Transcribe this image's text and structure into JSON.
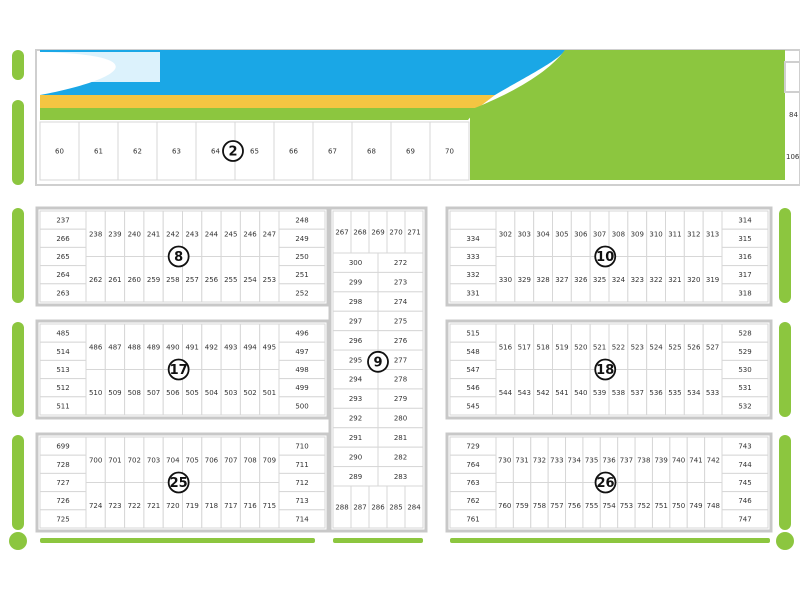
{
  "colors": {
    "water": "#1aa7e6",
    "sand": "#f4c542",
    "grass": "#8cc63f",
    "block_border": "#c8c8c8",
    "plot_line": "#d7d7d7",
    "label_ring": "#111111"
  },
  "blocks": [
    {
      "id": "2",
      "label": "2",
      "rows": [
        [
          "60",
          "61",
          "62",
          "63",
          "64",
          "65",
          "66",
          "67",
          "68",
          "69",
          "70"
        ]
      ]
    },
    {
      "id": "8",
      "label": "8",
      "left": [
        "237",
        "266",
        "265",
        "264",
        "263"
      ],
      "right": [
        "248",
        "249",
        "250",
        "251",
        "252"
      ],
      "top": [
        "238",
        "239",
        "240",
        "241",
        "242",
        "243",
        "244",
        "245",
        "246",
        "247"
      ],
      "bottom": [
        "262",
        "261",
        "260",
        "259",
        "258",
        "257",
        "256",
        "255",
        "254",
        "253"
      ]
    },
    {
      "id": "10",
      "label": "10",
      "left": [
        "334",
        "333",
        "332",
        "331"
      ],
      "right": [
        "314",
        "315",
        "316",
        "317",
        "318"
      ],
      "top": [
        "302",
        "303",
        "304",
        "305",
        "306",
        "307",
        "308",
        "309",
        "310",
        "311",
        "312",
        "313"
      ],
      "bottom": [
        "330",
        "329",
        "328",
        "327",
        "326",
        "325",
        "324",
        "323",
        "322",
        "321",
        "320",
        "319"
      ]
    },
    {
      "id": "17",
      "label": "17",
      "left": [
        "485",
        "514",
        "513",
        "512",
        "511"
      ],
      "right": [
        "496",
        "497",
        "498",
        "499",
        "500"
      ],
      "top": [
        "486",
        "487",
        "488",
        "489",
        "490",
        "491",
        "492",
        "493",
        "494",
        "495"
      ],
      "bottom": [
        "510",
        "509",
        "508",
        "507",
        "506",
        "505",
        "504",
        "503",
        "502",
        "501"
      ]
    },
    {
      "id": "18",
      "label": "18",
      "left": [
        "515",
        "548",
        "547",
        "546",
        "545"
      ],
      "right": [
        "528",
        "529",
        "530",
        "531",
        "532"
      ],
      "top": [
        "516",
        "517",
        "518",
        "519",
        "520",
        "521",
        "522",
        "523",
        "524",
        "525",
        "526",
        "527"
      ],
      "bottom": [
        "544",
        "543",
        "542",
        "541",
        "540",
        "539",
        "538",
        "537",
        "536",
        "535",
        "534",
        "533"
      ]
    },
    {
      "id": "25",
      "label": "25",
      "left": [
        "699",
        "728",
        "727",
        "726",
        "725"
      ],
      "right": [
        "710",
        "711",
        "712",
        "713",
        "714"
      ],
      "top": [
        "700",
        "701",
        "702",
        "703",
        "704",
        "705",
        "706",
        "707",
        "708",
        "709"
      ],
      "bottom": [
        "724",
        "723",
        "722",
        "721",
        "720",
        "719",
        "718",
        "717",
        "716",
        "715"
      ]
    },
    {
      "id": "26",
      "label": "26",
      "left": [
        "729",
        "764",
        "763",
        "762",
        "761"
      ],
      "right": [
        "743",
        "744",
        "745",
        "746",
        "747"
      ],
      "top": [
        "730",
        "731",
        "732",
        "733",
        "734",
        "735",
        "736",
        "737",
        "738",
        "739",
        "740",
        "741",
        "742"
      ],
      "bottom": [
        "760",
        "759",
        "758",
        "757",
        "756",
        "755",
        "754",
        "753",
        "752",
        "751",
        "750",
        "749",
        "748"
      ]
    },
    {
      "id": "9",
      "label": "9",
      "top": [
        "267",
        "268",
        "269",
        "270",
        "271"
      ],
      "left": [
        "300",
        "299",
        "298",
        "297",
        "296",
        "295",
        "294",
        "293",
        "292",
        "291",
        "290",
        "289"
      ],
      "right": [
        "272",
        "273",
        "274",
        "275",
        "276",
        "277",
        "278",
        "279",
        "280",
        "281",
        "282",
        "283"
      ],
      "bottom": [
        "288",
        "287",
        "286",
        "285",
        "284"
      ]
    }
  ],
  "edge_labels": [
    "84",
    "106"
  ]
}
